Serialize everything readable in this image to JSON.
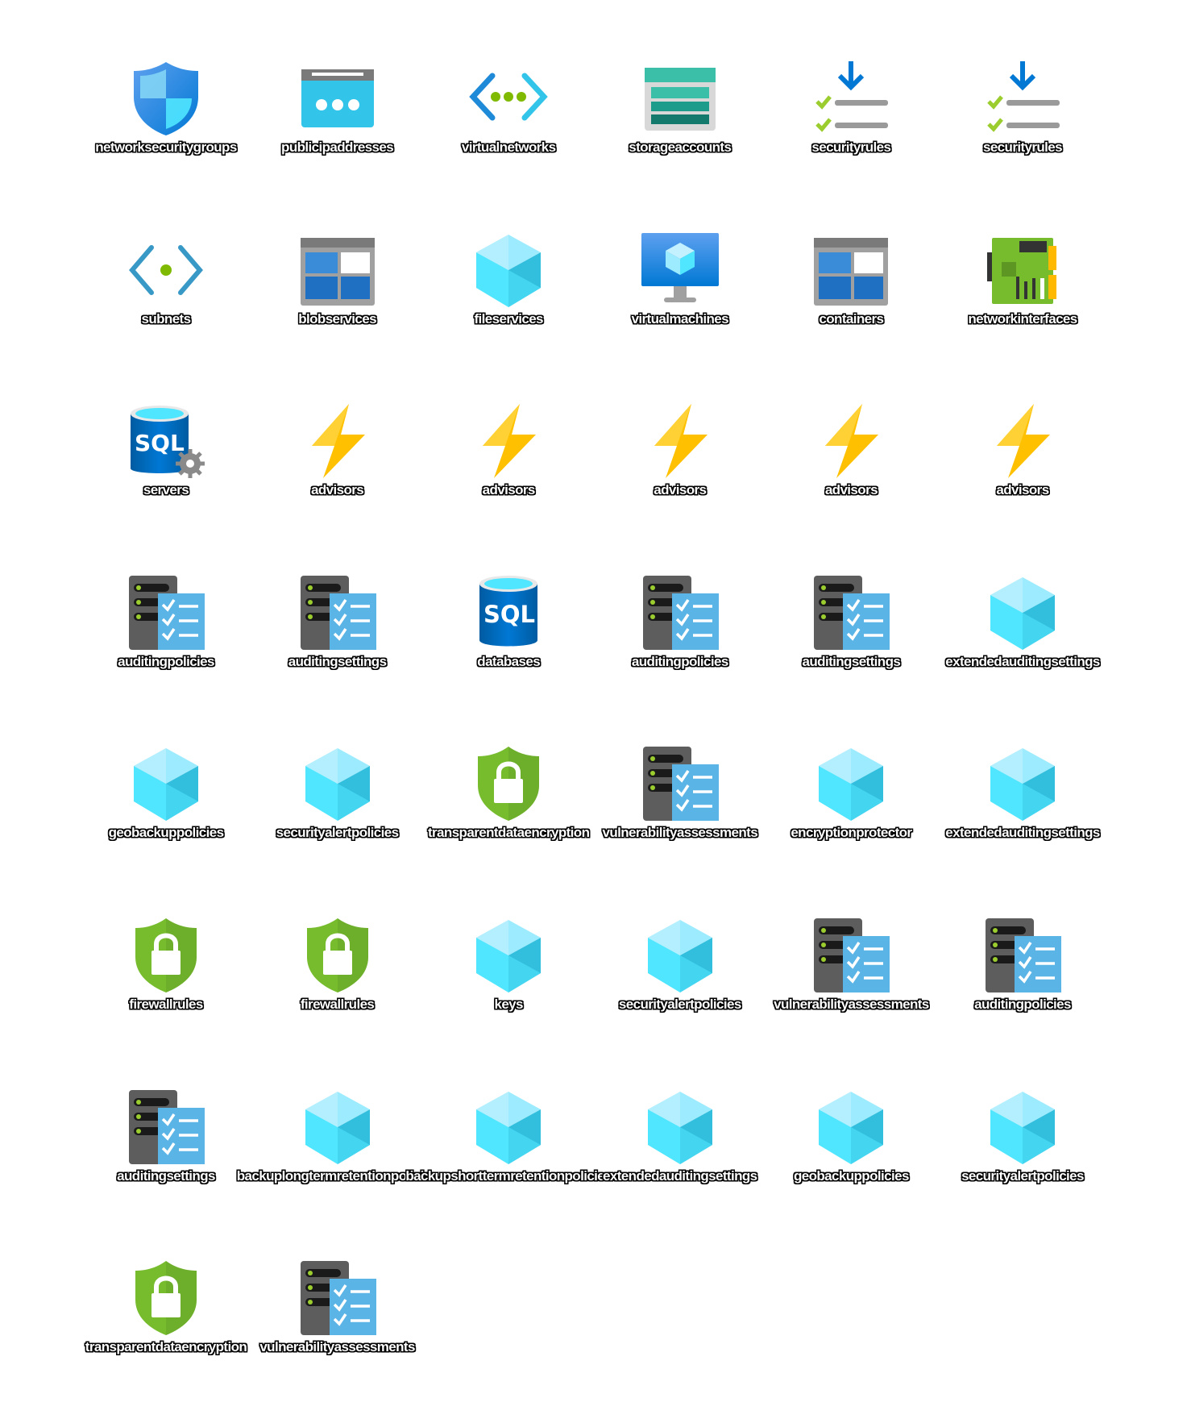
{
  "resources": [
    {
      "label": "networksecuritygroups",
      "icon": "shield-blue-icon"
    },
    {
      "label": "publicipaddresses",
      "icon": "public-ip-icon"
    },
    {
      "label": "virtualnetworks",
      "icon": "vnet-icon"
    },
    {
      "label": "storageaccounts",
      "icon": "storage-icon"
    },
    {
      "label": "securityrules",
      "icon": "rules-icon"
    },
    {
      "label": "securityrules",
      "icon": "rules-icon"
    },
    {
      "label": "subnets",
      "icon": "subnet-icon"
    },
    {
      "label": "blobservices",
      "icon": "blob-icon"
    },
    {
      "label": "fileservices",
      "icon": "cube-icon"
    },
    {
      "label": "virtualmachines",
      "icon": "vm-icon"
    },
    {
      "label": "containers",
      "icon": "blob-icon"
    },
    {
      "label": "networkinterfaces",
      "icon": "nic-icon"
    },
    {
      "label": "servers",
      "icon": "sql-server-icon"
    },
    {
      "label": "advisors",
      "icon": "bolt-icon"
    },
    {
      "label": "advisors",
      "icon": "bolt-icon"
    },
    {
      "label": "advisors",
      "icon": "bolt-icon"
    },
    {
      "label": "advisors",
      "icon": "bolt-icon"
    },
    {
      "label": "advisors",
      "icon": "bolt-icon"
    },
    {
      "label": "auditingpolicies",
      "icon": "audit-icon"
    },
    {
      "label": "auditingsettings",
      "icon": "audit-icon"
    },
    {
      "label": "databases",
      "icon": "sql-db-icon"
    },
    {
      "label": "auditingpolicies",
      "icon": "audit-icon"
    },
    {
      "label": "auditingsettings",
      "icon": "audit-icon"
    },
    {
      "label": "extendedauditingsettings",
      "icon": "cube-icon"
    },
    {
      "label": "geobackuppolicies",
      "icon": "cube-icon"
    },
    {
      "label": "securityalertpolicies",
      "icon": "cube-icon"
    },
    {
      "label": "transparentdataencryption",
      "icon": "shield-lock-icon"
    },
    {
      "label": "vulnerabilityassessments",
      "icon": "audit-icon"
    },
    {
      "label": "encryptionprotector",
      "icon": "cube-icon"
    },
    {
      "label": "extendedauditingsettings",
      "icon": "cube-icon"
    },
    {
      "label": "firewallrules",
      "icon": "shield-lock-icon"
    },
    {
      "label": "firewallrules",
      "icon": "shield-lock-icon"
    },
    {
      "label": "keys",
      "icon": "cube-icon"
    },
    {
      "label": "securityalertpolicies",
      "icon": "cube-icon"
    },
    {
      "label": "vulnerabilityassessments",
      "icon": "audit-icon"
    },
    {
      "label": "auditingpolicies",
      "icon": "audit-icon"
    },
    {
      "label": "auditingsettings",
      "icon": "audit-icon"
    },
    {
      "label": "backuplongtermretentionpolicies",
      "icon": "cube-icon"
    },
    {
      "label": "backupshorttermretentionpolicies",
      "icon": "cube-icon"
    },
    {
      "label": "extendedauditingsettings",
      "icon": "cube-icon"
    },
    {
      "label": "geobackuppolicies",
      "icon": "cube-icon"
    },
    {
      "label": "securityalertpolicies",
      "icon": "cube-icon"
    },
    {
      "label": "transparentdataencryption",
      "icon": "shield-lock-icon"
    },
    {
      "label": "vulnerabilityassessments",
      "icon": "audit-icon"
    }
  ]
}
